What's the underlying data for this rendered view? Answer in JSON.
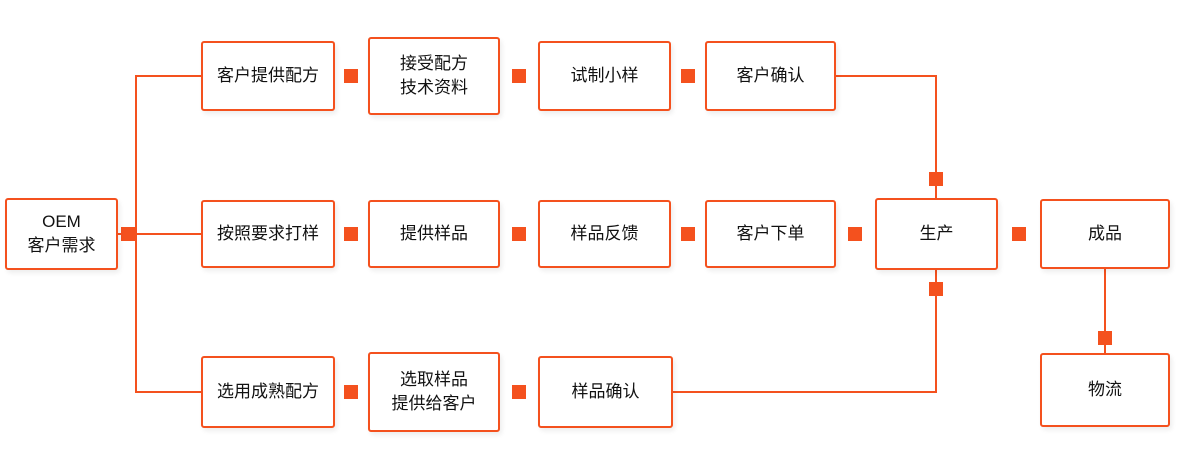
{
  "diagram": {
    "accent_color": "#f4511e",
    "text_color": "#111111",
    "nodes": {
      "oem_line1": "OEM",
      "oem_line2": "客户需求",
      "provide_formula": "客户提供配方",
      "accept_formula_line1": "接受配方",
      "accept_formula_line2": "技术资料",
      "trial_sample": "试制小样",
      "customer_confirm": "客户确认",
      "sample_by_request": "按照要求打样",
      "provide_sample": "提供样品",
      "sample_feedback": "样品反馈",
      "customer_order": "客户下单",
      "production": "生产",
      "finished_product": "成品",
      "mature_formula": "选用成熟配方",
      "select_sample_line1": "选取样品",
      "select_sample_line2": "提供给客户",
      "sample_confirm": "样品确认",
      "logistics": "物流"
    }
  }
}
